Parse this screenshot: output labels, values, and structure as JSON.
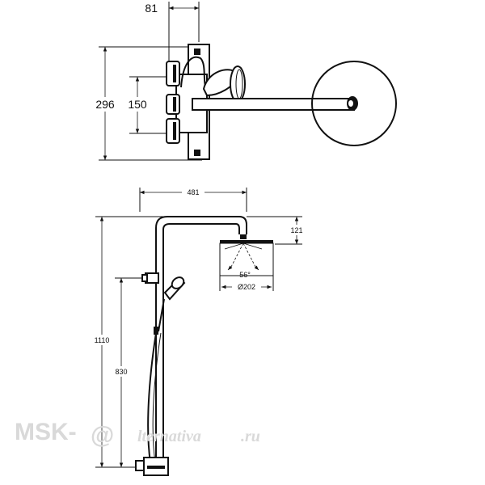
{
  "top_view": {
    "dim_width": "81",
    "dim_height_total": "296",
    "dim_height_inner": "150"
  },
  "side_view": {
    "dim_reach": "481",
    "dim_head_height": "121",
    "dim_spray_angle": "56°",
    "dim_head_diameter": "Ø202",
    "dim_total_height": "1110",
    "dim_holder_height": "830"
  },
  "watermark": {
    "brand": "MSK-",
    "script": "lternativa",
    "tld": ".ru"
  }
}
